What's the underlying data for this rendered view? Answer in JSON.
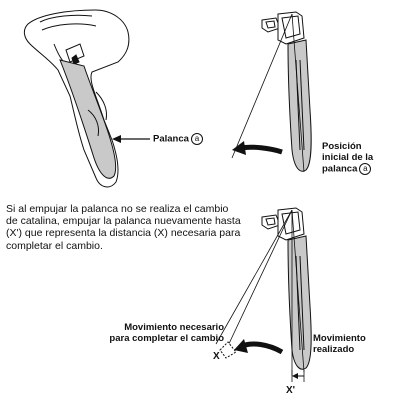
{
  "labels": {
    "palanca_name": "Palanca",
    "circled_a": "a",
    "posicion_l1": "Posición",
    "posicion_l2": "inicial de la",
    "posicion_l3": "palanca",
    "instruction": "Si al empujar la palanca no se realiza el cambio de catalina, empujar la palanca nuevamente hasta (X') que representa la distancia (X) necesaria para completar el cambio.",
    "necesario_l1": "Movimiento necesario",
    "necesario_l2": "para completar el cambio",
    "realizado_l1": "Movimiento",
    "realizado_l2": "realizado",
    "x_label": "X",
    "x_prime_label": "X'"
  },
  "colors": {
    "line": "#111111",
    "lever_fill": "#c9c9c9",
    "background": "#ffffff"
  },
  "icons": [
    "shifter-lever-drawing",
    "movement-arrow"
  ]
}
